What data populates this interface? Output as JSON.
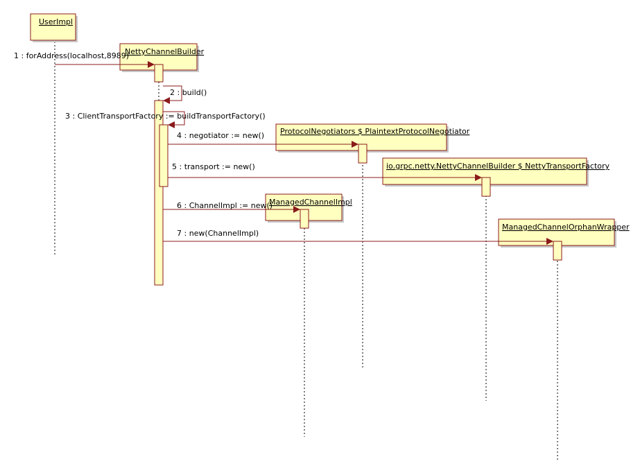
{
  "objects": [
    {
      "id": "user",
      "label": "UserImpl"
    },
    {
      "id": "builder",
      "label": "NettyChannelBuilder"
    },
    {
      "id": "negotiator",
      "label": "ProtocolNegotiators $ PlaintextProtocolNegotiator"
    },
    {
      "id": "factory",
      "label": "io.grpc.netty.NettyChannelBuilder $ NettyTransportFactory"
    },
    {
      "id": "managed",
      "label": "ManagedChannelImpl"
    },
    {
      "id": "wrapper",
      "label": "ManagedChannelOrphanWrapper"
    }
  ],
  "messages": [
    {
      "from": "user",
      "to": "builder",
      "label": "1 : forAddress(localhost,8989)"
    },
    {
      "from": "builder",
      "to": "builder",
      "label": "2 : build()"
    },
    {
      "from": "builder",
      "to": "builder",
      "label": "3 : ClientTransportFactory := buildTransportFactory()"
    },
    {
      "from": "builder",
      "to": "negotiator",
      "label": "4 : negotiator := new()"
    },
    {
      "from": "builder",
      "to": "factory",
      "label": "5 : transport := new()"
    },
    {
      "from": "builder",
      "to": "managed",
      "label": "6 : ChannelImpl := new()"
    },
    {
      "from": "builder",
      "to": "wrapper",
      "label": "7 : new(ChannelImpl)"
    }
  ],
  "colors": {
    "box_fill": "#ffffc0",
    "box_border": "#8b1a1a",
    "arrow": "#8b1a1a",
    "shadow": "#c8c8c8"
  }
}
